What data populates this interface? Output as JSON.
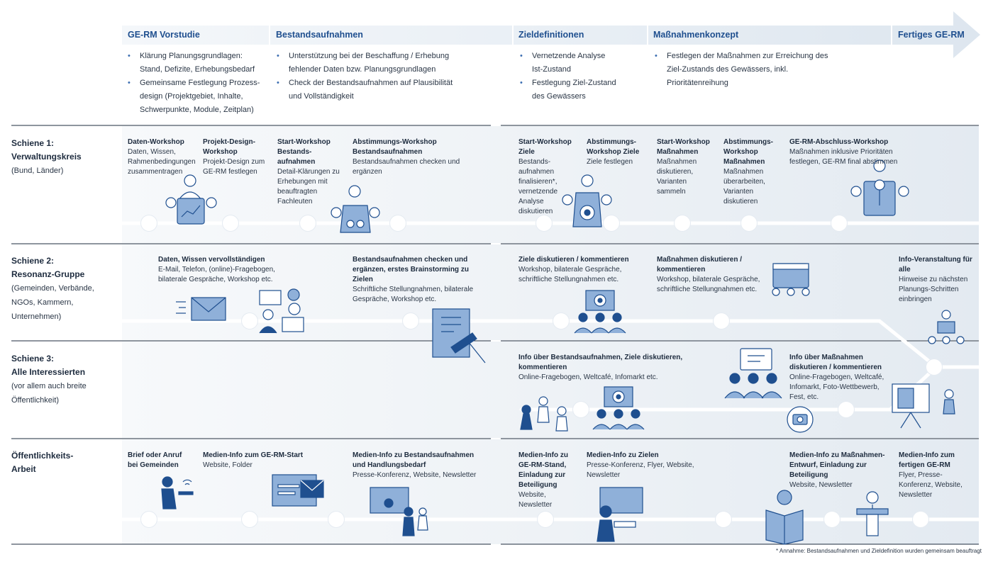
{
  "phases": [
    {
      "label": "GE-RM Vorstudie",
      "bullets": [
        "Klärung Planungsgrundlagen: Stand, Defizite, Erhebungsbedarf",
        "Gemeinsame Festlegung Prozess-design (Projektgebiet, Inhalte, Schwerpunkte, Module, Zeitplan)"
      ]
    },
    {
      "label": "Bestandsaufnahmen",
      "bullets": [
        "Unterstützung bei der Beschaffung / Erhebung fehlender Daten bzw. Planungsgrundlagen",
        "Check der Bestandsaufnahmen auf Plausibilität und Vollständigkeit"
      ]
    },
    {
      "label": "Zieldefinitionen",
      "bullets": [
        "Vernetzende Analyse Ist-Zustand",
        "Festlegung Ziel-Zustand des Gewässers"
      ]
    },
    {
      "label": "Maßnahmenkonzept",
      "bullets": [
        "Festlegen der Maßnahmen zur Erreichung des Ziel-Zustands des Gewässers, inkl. Prioritätenreihung"
      ]
    },
    {
      "label": "Fertiges GE-RM",
      "bullets": []
    }
  ],
  "rows": [
    {
      "title": "Schiene 1:",
      "title2": "Verwaltungskreis",
      "sub": "(Bund, Länder)"
    },
    {
      "title": "Schiene 2:",
      "title2": "Resonanz-Gruppe",
      "sub": "(Gemeinden, Verbände, NGOs, Kammern, Unternehmen)"
    },
    {
      "title": "Schiene 3:",
      "title2": "Alle Interessierten",
      "sub": "(vor allem auch breite Öffentlichkeit)"
    },
    {
      "title": "Öffentlichkeits-",
      "title2": "Arbeit",
      "sub": ""
    }
  ],
  "s1": [
    {
      "t": "Daten-Workshop",
      "d": "Daten, Wissen, Rahmenbedingungen zusammentragen"
    },
    {
      "t": "Projekt-Design-Workshop",
      "d": "Projekt-Design zum GE-RM festlegen"
    },
    {
      "t": "Start-Workshop Bestands-aufnahmen",
      "d": "Detail-Klärungen zu Erhebungen mit beauftragten Fachleuten"
    },
    {
      "t": "Abstimmungs-Workshop Bestandsaufnahmen",
      "d": "Bestandsaufnahmen checken und ergänzen"
    },
    {
      "t": "Start-Workshop Ziele",
      "d": "Bestands-aufnahmen finalisieren*, vernetzende Analyse diskutieren"
    },
    {
      "t": "Abstimmungs-Workshop Ziele",
      "d": "Ziele festlegen"
    },
    {
      "t": "Start-Workshop Maßnahmen",
      "d": "Maßnahmen diskutieren, Varianten sammeln"
    },
    {
      "t": "Abstimmungs-Workshop Maßnahmen",
      "d": "Maßnahmen überarbeiten, Varianten diskutieren"
    },
    {
      "t": "GE-RM-Abschluss-Workshop",
      "d": "Maßnahmen inklusive Prioritäten festlegen, GE-RM final abstimmen"
    }
  ],
  "s2": [
    {
      "t": "Daten, Wissen vervollständigen",
      "d": "E-Mail, Telefon, (online)-Fragebogen, bilaterale Gespräche, Workshop etc."
    },
    {
      "t": "Bestandsaufnahmen checken und ergänzen, erstes Brainstorming zu Zielen",
      "d": "Schriftliche Stellungnahmen, bilaterale Gespräche, Workshop etc."
    },
    {
      "t": "Ziele diskutieren / kommentieren",
      "d": "Workshop, bilaterale Gespräche, schriftliche Stellungnahmen etc."
    },
    {
      "t": "Maßnahmen diskutieren / kommentieren",
      "d": "Workshop, bilaterale Gespräche, schriftliche Stellungnahmen etc."
    },
    {
      "t": "Info-Veranstaltung für alle",
      "d": "Hinweise zu nächsten Planungs-Schritten einbringen"
    }
  ],
  "s3": [
    {
      "t": "Info über Bestandsaufnahmen, Ziele diskutieren, kommentieren",
      "d": "Online-Fragebogen, Weltcafé, Infomarkt etc."
    },
    {
      "t": "Info über Maßnahmen diskutieren / kommentieren",
      "d": "Online-Fragebogen, Weltcafé, Infomarkt, Foto-Wettbewerb, Fest, etc."
    }
  ],
  "oa": [
    {
      "t": "Brief oder Anruf bei Gemeinden",
      "d": ""
    },
    {
      "t": "Medien-Info zum GE-RM-Start",
      "d": "Website, Folder"
    },
    {
      "t": "Medien-Info zu Bestandsaufnahmen und Handlungsbedarf",
      "d": "Presse-Konferenz, Website, Newsletter"
    },
    {
      "t": "Medien-Info zu GE-RM-Stand, Einladung zur Beteiligung",
      "d": "Website, Newsletter"
    },
    {
      "t": "Medien-Info zu Zielen",
      "d": "Presse-Konferenz, Flyer, Website, Newsletter"
    },
    {
      "t": "Medien-Info zu Maßnahmen-Entwurf, Einladung zur Beteiligung",
      "d": "Website, Newsletter"
    },
    {
      "t": "Medien-Info zum fertigen GE-RM",
      "d": "Flyer, Presse-Konferenz, Website, Newsletter"
    }
  ],
  "footnote": "* Annahme: Bestandsaufnahmen und Zieldefinition wurden gemeinsam beauftragt",
  "colors": {
    "band": "#e4ebf2",
    "accent": "#3d6fb2",
    "dark": "#1f4f8f",
    "icon": "#8fb0d9"
  }
}
